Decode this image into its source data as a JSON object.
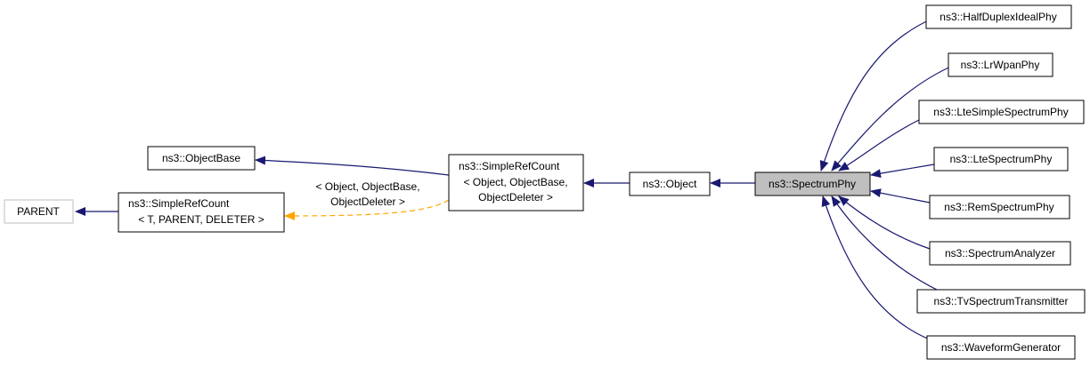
{
  "diagram": {
    "nodes": {
      "parent": {
        "lines": [
          "PARENT"
        ]
      },
      "objectbase": {
        "lines": [
          "ns3::ObjectBase"
        ]
      },
      "simplerefcount_t": {
        "lines": [
          "ns3::SimpleRefCount",
          "< T, PARENT, DELETER >"
        ]
      },
      "simplerefcount_obj": {
        "lines": [
          "ns3::SimpleRefCount",
          "< Object, ObjectBase,",
          "ObjectDeleter >"
        ]
      },
      "object": {
        "lines": [
          "ns3::Object"
        ]
      },
      "spectrumphy": {
        "lines": [
          "ns3::SpectrumPhy"
        ]
      },
      "halfduplex": {
        "lines": [
          "ns3::HalfDuplexIdealPhy"
        ]
      },
      "lrwpan": {
        "lines": [
          "ns3::LrWpanPhy"
        ]
      },
      "ltesimple": {
        "lines": [
          "ns3::LteSimpleSpectrumPhy"
        ]
      },
      "ltespectrum": {
        "lines": [
          "ns3::LteSpectrumPhy"
        ]
      },
      "rem": {
        "lines": [
          "ns3::RemSpectrumPhy"
        ]
      },
      "analyzer": {
        "lines": [
          "ns3::SpectrumAnalyzer"
        ]
      },
      "tv": {
        "lines": [
          "ns3::TvSpectrumTransmitter"
        ]
      },
      "waveform": {
        "lines": [
          "ns3::WaveformGenerator"
        ]
      }
    },
    "template_edge_label": [
      "< Object, ObjectBase,",
      "ObjectDeleter >"
    ],
    "colors": {
      "inheritance": "#191970",
      "template": "#ffa500",
      "highlight_fill": "#bfbfbf",
      "external_border": "#bfbfbf"
    }
  }
}
